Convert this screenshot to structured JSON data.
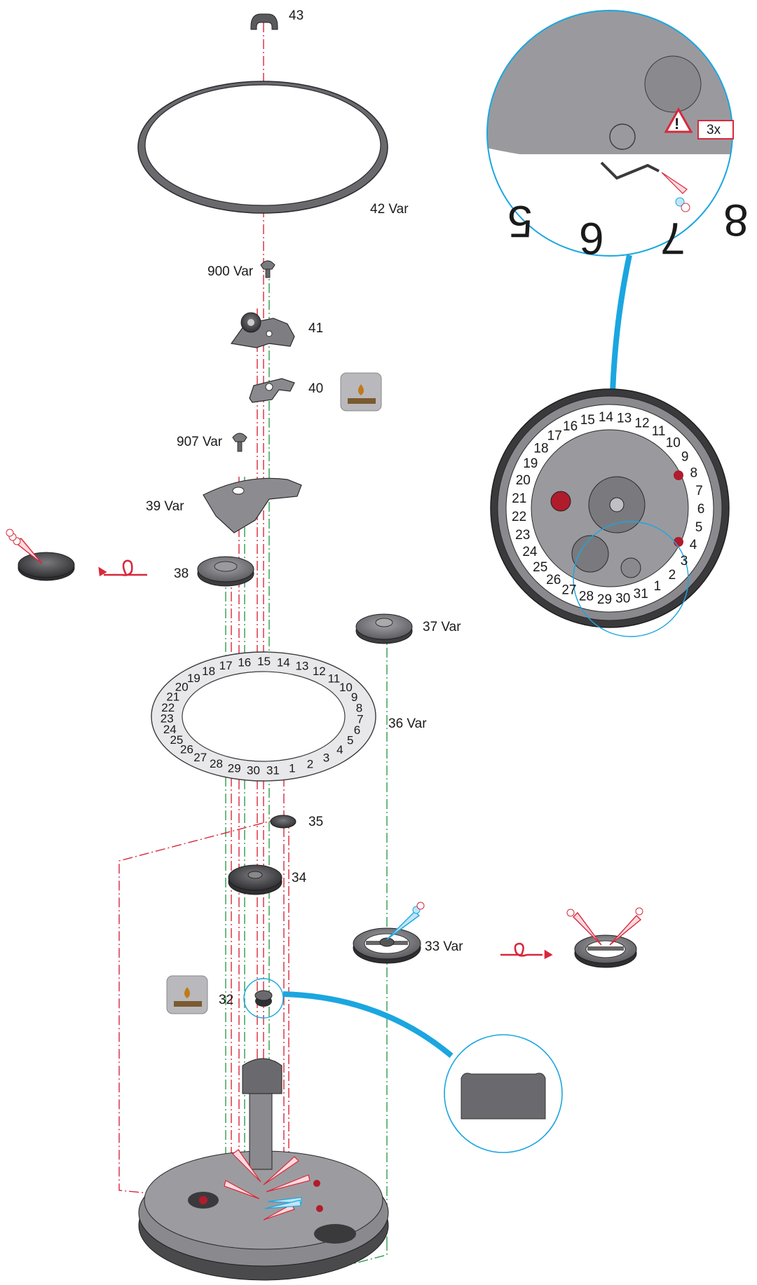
{
  "parts": {
    "p43": "43",
    "p42": "42 Var",
    "p900": "900 Var",
    "p41": "41",
    "p40": "40",
    "p907": "907 Var",
    "p39": "39 Var",
    "p38": "38",
    "p37": "37 Var",
    "p36": "36 Var",
    "p35": "35",
    "p34": "34",
    "p33": "33 Var",
    "p32": "32"
  },
  "warning": {
    "count": "3x"
  },
  "date_ring_numbers": [
    "1",
    "2",
    "3",
    "4",
    "5",
    "6",
    "7",
    "8",
    "9",
    "10",
    "11",
    "12",
    "13",
    "14",
    "15",
    "16",
    "17",
    "18",
    "19",
    "20",
    "21",
    "22",
    "23",
    "24",
    "25",
    "26",
    "27",
    "28",
    "29",
    "30",
    "31"
  ],
  "zoom_digits": [
    "5",
    "6",
    "7",
    "8"
  ],
  "colors": {
    "red_line": "#d8283c",
    "green_line": "#2e9c4a",
    "callout_blue": "#1ba6e0",
    "oil_tile": "#b9b9bd",
    "part_dark": "#4a4a4d",
    "part_mid": "#8a8a8e",
    "jewel_red": "#b01c2c"
  },
  "icons": [
    "oil-drop-icon",
    "warning-triangle-icon",
    "rotate-arrow-icon",
    "tweezers-icon"
  ]
}
